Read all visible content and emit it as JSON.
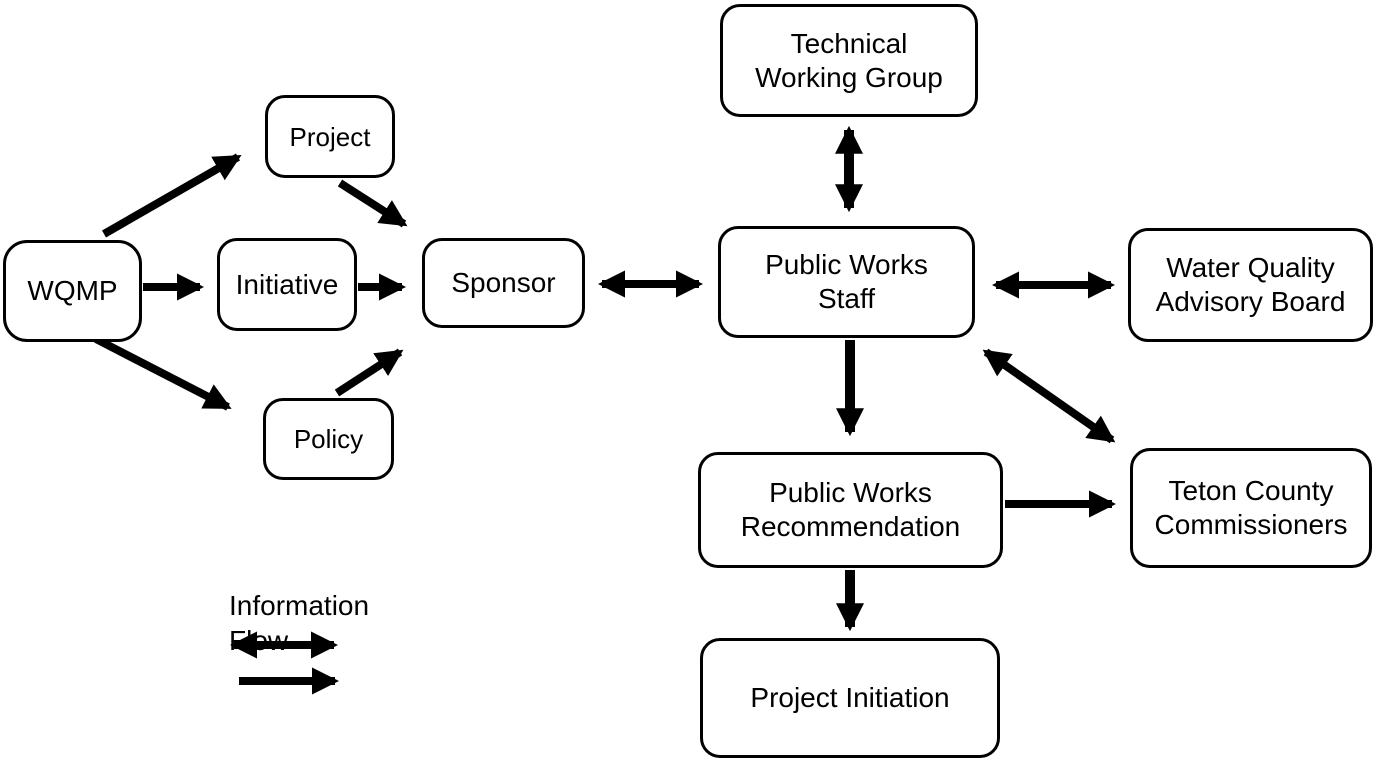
{
  "diagram_title": "",
  "nodes": {
    "wqmp": {
      "label": "WQMP"
    },
    "project": {
      "label": "Project"
    },
    "initiative": {
      "label": "Initiative"
    },
    "policy": {
      "label": "Policy"
    },
    "sponsor": {
      "label": "Sponsor"
    },
    "technical_working_group": {
      "label": "Technical\nWorking Group"
    },
    "public_works_staff": {
      "label": "Public Works\nStaff"
    },
    "water_quality_advisory_board": {
      "label": "Water Quality\nAdvisory Board"
    },
    "public_works_recommendation": {
      "label": "Public Works\nRecommendation"
    },
    "teton_county_commissioners": {
      "label": "Teton County\nCommissioners"
    },
    "project_initiation": {
      "label": "Project Initiation"
    }
  },
  "edges": [
    {
      "from": "WQMP",
      "to": "Project",
      "bidirectional": false
    },
    {
      "from": "WQMP",
      "to": "Initiative",
      "bidirectional": false
    },
    {
      "from": "WQMP",
      "to": "Policy",
      "bidirectional": false
    },
    {
      "from": "Project",
      "to": "Sponsor",
      "bidirectional": false
    },
    {
      "from": "Initiative",
      "to": "Sponsor",
      "bidirectional": false
    },
    {
      "from": "Policy",
      "to": "Sponsor",
      "bidirectional": false
    },
    {
      "from": "Sponsor",
      "to": "Public Works Staff",
      "bidirectional": true
    },
    {
      "from": "Technical Working Group",
      "to": "Public Works Staff",
      "bidirectional": true
    },
    {
      "from": "Public Works Staff",
      "to": "Water Quality Advisory Board",
      "bidirectional": true
    },
    {
      "from": "Public Works Staff",
      "to": "Teton County Commissioners",
      "bidirectional": true
    },
    {
      "from": "Public Works Staff",
      "to": "Public Works Recommendation",
      "bidirectional": false
    },
    {
      "from": "Public Works Recommendation",
      "to": "Teton County Commissioners",
      "bidirectional": false
    },
    {
      "from": "Public Works Recommendation",
      "to": "Project Initiation",
      "bidirectional": false
    }
  ],
  "legend": {
    "title": "Information\nFlow",
    "items": [
      {
        "symbol": "two-way-arrow",
        "meaning": "bidirectional information flow"
      },
      {
        "symbol": "one-way-arrow",
        "meaning": "one-way information flow"
      }
    ]
  },
  "colors": {
    "background": "#ffffff",
    "box_fill": "#ffffff",
    "box_border": "#000000",
    "arrow": "#000000",
    "text": "#000000"
  }
}
